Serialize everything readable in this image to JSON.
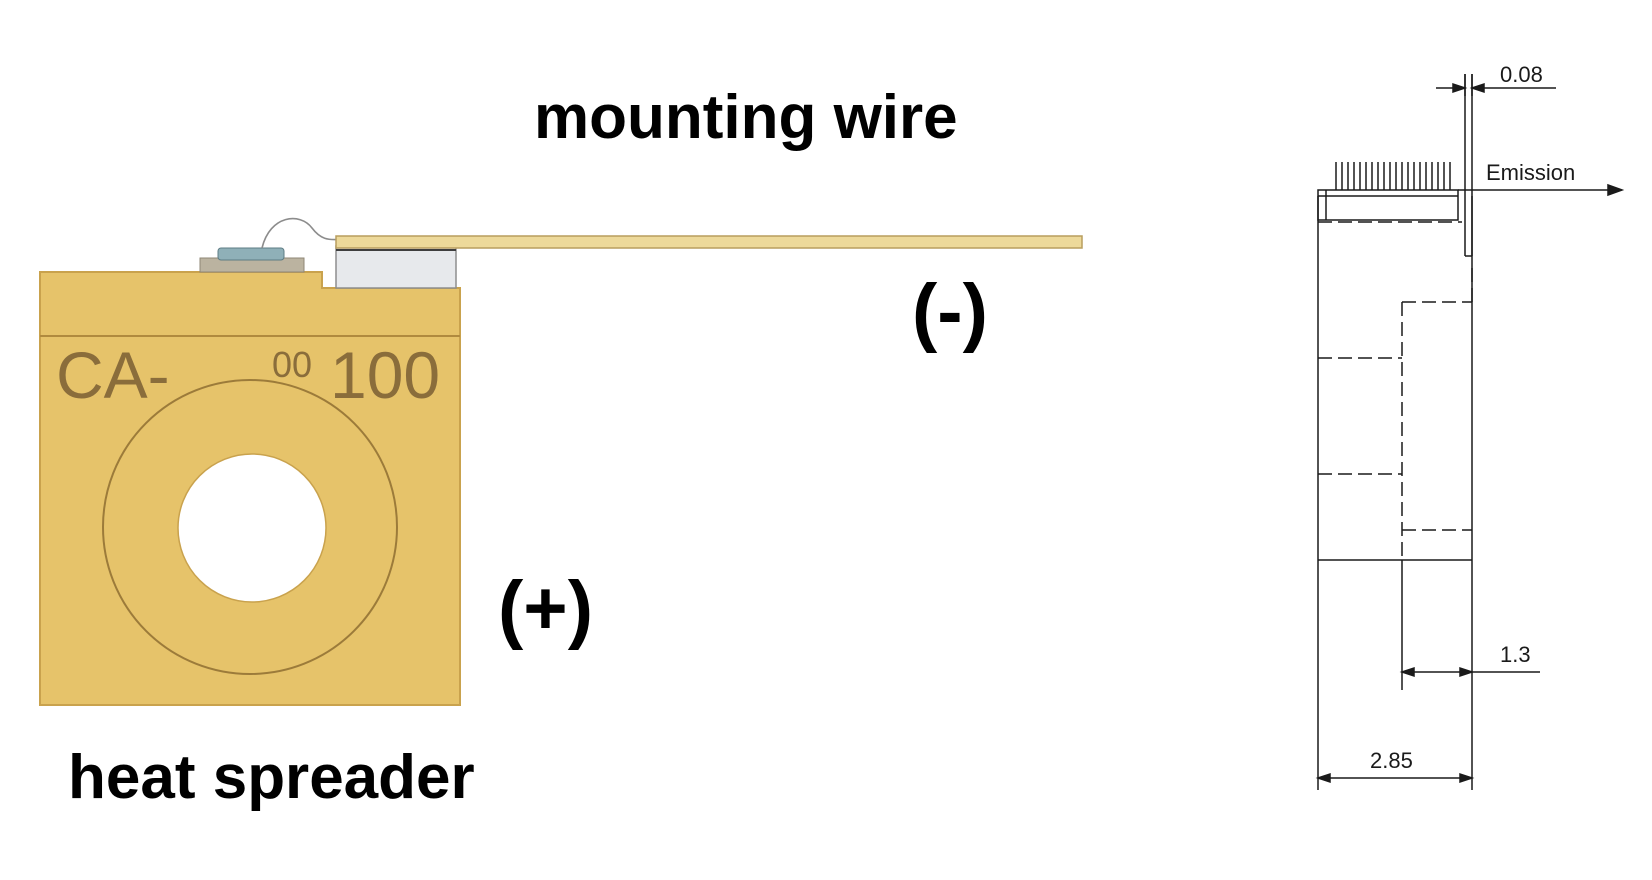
{
  "left_drawing": {
    "labels": {
      "mounting_wire": "mounting wire",
      "negative": "(-)",
      "positive": "(+)",
      "heat_spreader": "heat spreader"
    },
    "part_marking": {
      "prefix": "CA-",
      "small_digits": "00",
      "large_digits": "100"
    },
    "colors": {
      "spreader": "#E6C36A",
      "spreader_edge": "#C9A24D",
      "marking": "#8A6D3B",
      "wire": "#EDD99A"
    }
  },
  "right_drawing": {
    "dimensions": {
      "top_gap": "0.08",
      "emission": "Emission",
      "offset": "1.3",
      "width": "2.85"
    }
  }
}
